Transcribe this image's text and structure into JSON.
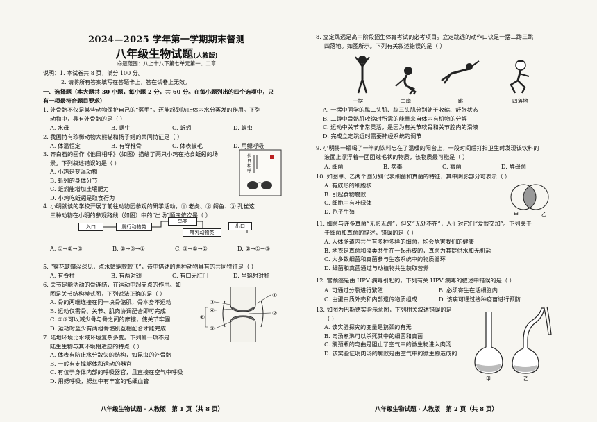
{
  "header": {
    "title": "2024—2025 学年第一学期期末督测",
    "subtitle": "八年级生物试题",
    "edition": "(人教版)",
    "scope": "命题范围：八上十八下第七单元第一、二章"
  },
  "notes": {
    "line1": "说明：1. 本试卷共 8 页，满分 100 分。",
    "line2": "2. 请将所有答案填写在答题卡上，答在试卷上无效。"
  },
  "section1": {
    "heading": "一、选择题（本大题共 30 小题，每小题 2 分，共 60 分。在每小题列出的四个选项中，只",
    "heading2": "有一项最符合题目要求）"
  },
  "q1": {
    "stem1": "1. 外骨骼不仅是某些动物保护自己的“盔甲”，还能起到防止体内水分蒸发的作用。下列",
    "stem2": "动物中，具有外骨骼的是（    ）",
    "a": "A. 水母",
    "b": "B. 蜗牛",
    "c": "C. 蚯蚓",
    "d": "D. 蝗虫"
  },
  "q2": {
    "stem": "2. 我国特有珍稀动物大熊猫和扬子鳄的共同特征是（    ）",
    "a": "A. 体温恒定",
    "b": "B. 有脊椎骨",
    "c": "C. 体表被毛",
    "d": "D. 用鳃呼吸"
  },
  "q3": {
    "stem1": "3. 齐白石的画作《他日相呼》（如图）描绘了两只小鸡在抢食蚯蚓的场",
    "stem2": "景。下列叙述错误的是（    ）",
    "a": "A. 小鸡是变温动物",
    "b": "B. 蚯蚓的身体分节",
    "c": "C. 蚯蚓能增加土壤肥力",
    "d": "D. 小鸡吃蚯蚓是取食行为",
    "painting_text": "他日相呼"
  },
  "q4": {
    "stem1": "4. 小明就读的学校开展了前往动物园参观的研学活动，① 老虎、② 鳄鱼、③ 孔雀这",
    "stem2": "三种动物在小明的参观路线（如图）中的“出场”顺序依次是（    ）",
    "boxes": [
      "入口",
      "爬行动物类",
      "鸟类",
      "哺乳动物类",
      "出口"
    ],
    "a": "A. ①→②→③",
    "b": "B. ②→③→①",
    "c": "C. ③→①→②",
    "d": "D. ②→①→③"
  },
  "q5": {
    "stem1": "5. “穿花蛱蝶深深见，点水蜻蜓款款飞”，诗中描述的两种动物具有的共同特征是（    ）",
    "a": "A. 有脊柱",
    "b": "B. 有两对翅",
    "c": "C. 有口无肛门",
    "d": "D. 呈辐射对称"
  },
  "q6": {
    "stem1": "6. 关节是能活动的骨连结，在运动中起支点的作用。如",
    "stem2": "图是关节结构模式图，下列说法正确的是（    ）",
    "a": "A. 骨的两端连接在同一块骨骼肌，骨本身不运动",
    "b": "B. 运动仅需骨、关节、肌肉协调配合即可完成",
    "c": "C. ②⑤可以减少骨与骨之间的摩擦，使关节牢固",
    "d": "D. 运动时至少有两组骨骼肌互相配合才能完成",
    "labels": [
      "①",
      "②",
      "③",
      "④",
      "⑤",
      "⑥"
    ]
  },
  "q7": {
    "stem1": "7. 陆地环境比水域环境复杂多变。下列哪一项不是",
    "stem2": "陆生生物与其环境相适应的特点（    ）",
    "a": "A. 体表有防止水分散失的结构，如昆虫的外骨骼",
    "b": "B. 一般有支撑躯体和运动的器官",
    "c": "C. 有位于身体内部的呼吸器官，且直接在空气中呼吸",
    "d": "D. 用鳃呼吸，鳃丝中有丰富的毛细血管"
  },
  "footer_left": "八年级生物试题 · 人教版　第 1 页（共 8 页）",
  "q8": {
    "stem1": "8. 立定跳远是高中阶段招生体育考试的必考项目。立定跳远的动作口诀是一摆二蹲三跳",
    "stem2": "四落地。如图所示。下列有关叙述错误的是（    ）",
    "captions": [
      "一摆",
      "二蹲",
      "三跳",
      "四落地"
    ],
    "a": "A. 一摆中同学的肱二头肌、肱三头肌分别处于收缩、舒张状态",
    "b": "B. 二蹲中骨骼肌收缩时所需的能量来自体内有机物的分解",
    "c": "C. 运动中关节非常灵活，是因为有关节软骨和关节腔内的滑液",
    "d": "D. 完成立定跳远时需要神经系统的调节"
  },
  "q9": {
    "stem1": "9. 小明将一瓶喝了一半的饮料忘在了温暖的阳台上，一段时间后打扫卫生时发现该饮料的",
    "stem2": "液面上漂浮着一团团绒毛状的物质，该物质最可能是（    ）",
    "a": "A. 细菌",
    "b": "B. 病毒",
    "c": "C. 霉菌",
    "d": "D. 酵母菌"
  },
  "q10": {
    "stem": "10. 如图甲、乙两个圆分别代表细菌和真菌的特征，其中阴影部分可表示（    ）",
    "a": "A. 有成形的细胞核",
    "b": "B. 引起食物腐败",
    "c": "C. 细胞中有叶绿体",
    "d": "D. 孢子生殖",
    "jia": "甲",
    "yi": "乙"
  },
  "q11": {
    "stem1": "11. 细菌与许多真菌“无影无踪”，但又“无处不在”，人们对它们“爱恨交加”。下列关于",
    "stem2": "于细菌和真菌的描述，错误的是（    ）",
    "a": "A. 人体肠道内共生有多种多样的细菌，均会危害我们的健康",
    "b": "B. 地衣是真菌和藻类共生在一起形成的，真菌为其提供水和无机盐",
    "c": "C. 大多数细菌和真菌参与生态系统中的物质循环",
    "d": "D. 细菌和真菌通过与动植物共生获取营养"
  },
  "q12": {
    "stem": "12. 宫颈癌是由 HPV 病毒引起的，下列有关 HPV 病毒的叙述中错误的是（    ）",
    "a": "A. 可通过分裂进行繁殖",
    "b": "B. 必须寄生在活细胞内",
    "c": "C. 由蛋白质外壳和内部遗传物质组成",
    "d": "D. 该病可通过接种疫苗进行预防"
  },
  "q13": {
    "stem1": "13. 如图为巴斯德实验示意图，下列相关叙述错误的是",
    "stem2": "（    ）",
    "a": "A. 该实验探究的变量是鹅颈的有无",
    "b": "B. 肉汤煮沸可以杀死其中的细菌和真菌",
    "c": "C. 鹅颈瓶的弯曲是阻止了空气中的微生物进入肉汤",
    "d": "D. 该实验证明肉汤的腐败是由空气中的微生物造成的",
    "jia": "甲",
    "yi": "乙"
  },
  "footer_right": "八年级生物试题 · 人教版　第 2 页（共 8 页）"
}
